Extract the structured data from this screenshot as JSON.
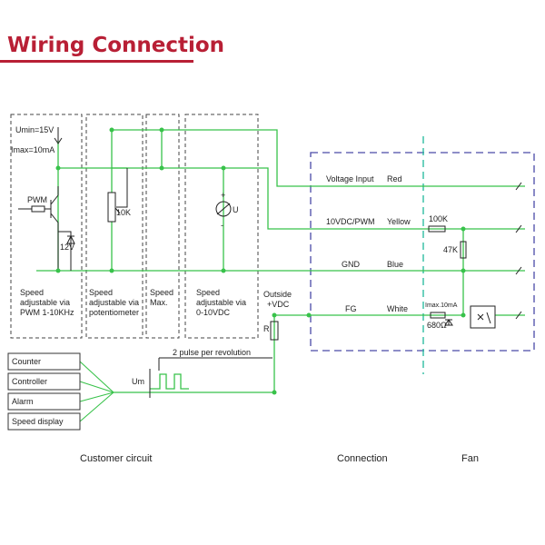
{
  "page": {
    "title": "Wiring Connection"
  },
  "circuit": {
    "supply": {
      "umin": "Umin=15V",
      "imax": "Imax=10mA"
    },
    "pwm_label": "PWM",
    "zener_label": "12V",
    "pot_label": "10K",
    "source_label": "U",
    "source_plus": "+",
    "source_minus": "-",
    "pulse_label": "2 pulse per revolution",
    "um_label": "Um",
    "r_label": "R",
    "outside": [
      "Outside",
      "+VDC"
    ],
    "modes": [
      {
        "lines": [
          "Speed",
          "adjustable via",
          "PWM 1-10KHz"
        ]
      },
      {
        "lines": [
          "Speed",
          "adjustable via",
          "potentiometer"
        ]
      },
      {
        "lines": [
          "Speed",
          "Max."
        ]
      },
      {
        "lines": [
          "Speed",
          "adjustable via",
          "0-10VDC"
        ]
      }
    ],
    "devices": [
      "Counter",
      "Controller",
      "Alarm",
      "Speed display"
    ]
  },
  "connection": {
    "signals": [
      {
        "name": "Voltage Input",
        "wire": "Red"
      },
      {
        "name": "10VDC/PWM",
        "wire": "Yellow"
      },
      {
        "name": "GND",
        "wire": "Blue"
      },
      {
        "name": "FG",
        "wire": "White"
      }
    ]
  },
  "fan": {
    "r_series": "100K",
    "r_pull": "47K",
    "r_out": "680Ω",
    "imax": "Imax.10mA"
  },
  "footer": {
    "customer": "Customer circuit",
    "connection": "Connection",
    "fan": "Fan"
  },
  "colors": {
    "title": "#b81f35",
    "wire": "#38c24a",
    "dash_box": "#4a4aa8",
    "separator": "#1fb89a",
    "ink": "#222222"
  }
}
